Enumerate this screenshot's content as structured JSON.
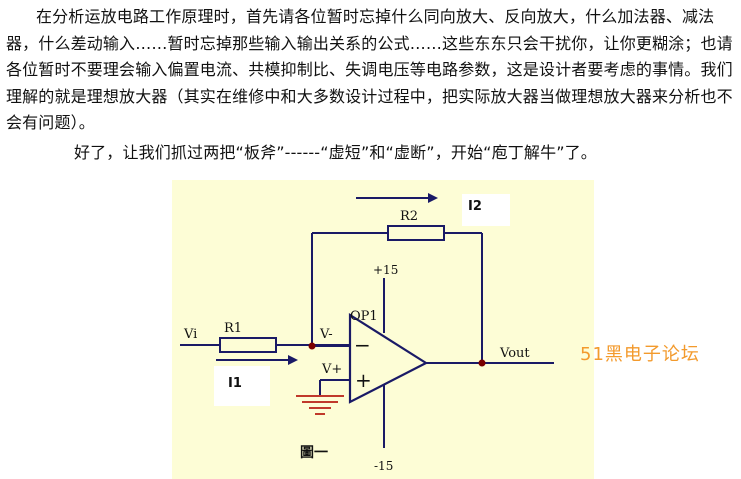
{
  "text": {
    "paragraph_1": "在分析运放电路工作原理时，首先请各位暂时忘掉什么同向放大、反向放大，什么加法器、减法器，什么差动输入……暂时忘掉那些输入输出关系的公式……这些东东只会干扰你，让你更糊涂；也请各位暂时不要理会输入偏置电流、共模抑制比、失调电压等电路参数，这是设计者要考虑的事情。我们理解的就是理想放大器（其实在维修中和大多数设计过程中，把实际放大器当做理想放大器来分析也不会有问题）。",
    "paragraph_2": "好了，让我们抓过两把“板斧”------“虚短”和“虚断”，开始“庖丁解牛”了。"
  },
  "figure": {
    "labels": {
      "I2": "I2",
      "R2": "R2",
      "plus15": "+15",
      "OP1": "OP1",
      "Vi": "Vi",
      "R1": "R1",
      "Vminus": "V-",
      "Vplus": "V+",
      "minus_sign": "−",
      "plus_sign": "+",
      "Vout": "Vout",
      "I1": "I1",
      "minus15": "-15",
      "caption": "圖一"
    },
    "colors": {
      "background": "#fdfdd6",
      "wire": "#1a1a66",
      "node": "#7a0000"
    }
  },
  "watermark": {
    "text": "51黑电子论坛",
    "color": "#f39a2c"
  }
}
